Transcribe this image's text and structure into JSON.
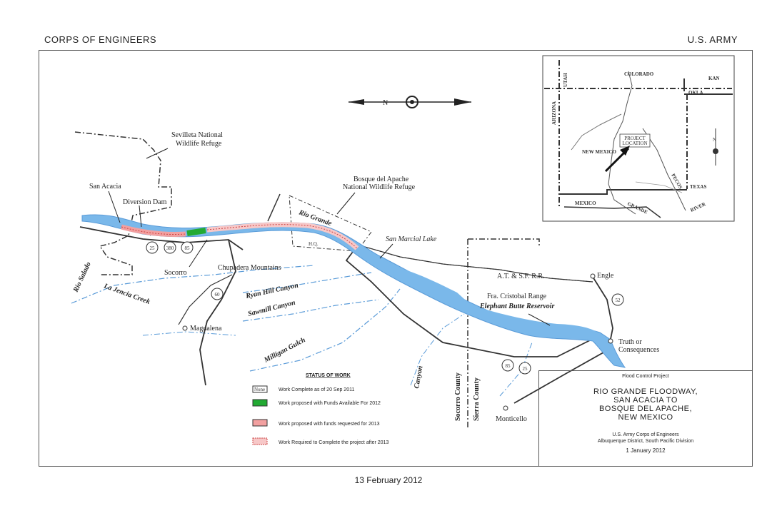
{
  "header": {
    "left": "CORPS OF ENGINEERS",
    "right": "U.S. ARMY"
  },
  "footer_date": "13 February 2012",
  "map_labels": {
    "sevilleta": [
      "Sevilleta National",
      "Wildlife Refuge"
    ],
    "san_acacia": "San Acacia",
    "diversion_dam": "Diversion Dam",
    "bosque": [
      "Bosque del Apache",
      "National Wildlife Refuge"
    ],
    "rio_grande": "Rio Grande",
    "hq": "H.Q.",
    "san_marcial_lake": "San Marcial Lake",
    "socorro": "Socorro",
    "chupadera": "Chupadera Mountains",
    "rio_salado": "Rio Salado",
    "la_jencia": "La Jencia Creek",
    "ryan_hill": "Ryan Hill Canyon",
    "sawmill": "Sawmill Canyon",
    "magdalena": "Magdalena",
    "milligan": "Milligan Gulch",
    "atsf": "A.T. & S.F. R.R.",
    "engle": "Engle",
    "fra_cristobal": "Fra. Cristobal Range",
    "elephant_butte": "Elephant Butte Reservoir",
    "truth": [
      "Truth or",
      "Consequences"
    ],
    "socorro_county": "Socorro County",
    "sierra_county": "Sierra County",
    "monticello": "Monticello",
    "canyon": "Canyon",
    "hwy_a": "25",
    "hwy_b": "380",
    "hwy_c": "85",
    "hwy_d": "60",
    "hwy_e": "52"
  },
  "inset_labels": {
    "colorado": "COLORADO",
    "kan": "KAN",
    "okla": "OKLA",
    "utah": "UTAH",
    "arizona": "ARIZONA",
    "new_mexico": "NEW MEXICO",
    "mexico": "MEXICO",
    "texas": "TEXAS",
    "rio_grande": "GRANDE",
    "pecos": "PECOS",
    "river": "RIVER",
    "location": [
      "PROJECT",
      "LOCATION"
    ],
    "north": "N"
  },
  "legend": {
    "title": "STATUS OF WORK",
    "none_badge": "None",
    "items": [
      {
        "label": "Work Complete as of 20 Sep 2011",
        "color": "#ffffff"
      },
      {
        "label": "Work proposed with Funds Available For 2012",
        "color": "#22aa33"
      },
      {
        "label": "Work proposed with funds requested for 2013",
        "color": "#f2a0a0"
      },
      {
        "label": "Work Required to Complete the project after 2013",
        "color": "#f7c8c8"
      }
    ]
  },
  "title_block": {
    "type": "Flood Control Project",
    "title": [
      "RIO GRANDE FLOODWAY,",
      "SAN ACACIA TO",
      "BOSQUE DEL APACHE,",
      "NEW MEXICO"
    ],
    "org": [
      "U.S. Army Corps of Engineers",
      "Albuquerque District, South Pacific Division"
    ],
    "date": "1 January 2012"
  },
  "colors": {
    "water": "#7ab8ea",
    "funded": "#22aa33",
    "requested": "#f2a0a0",
    "required": "#f7c8c8",
    "line": "#333333"
  },
  "north_arrow": "N"
}
